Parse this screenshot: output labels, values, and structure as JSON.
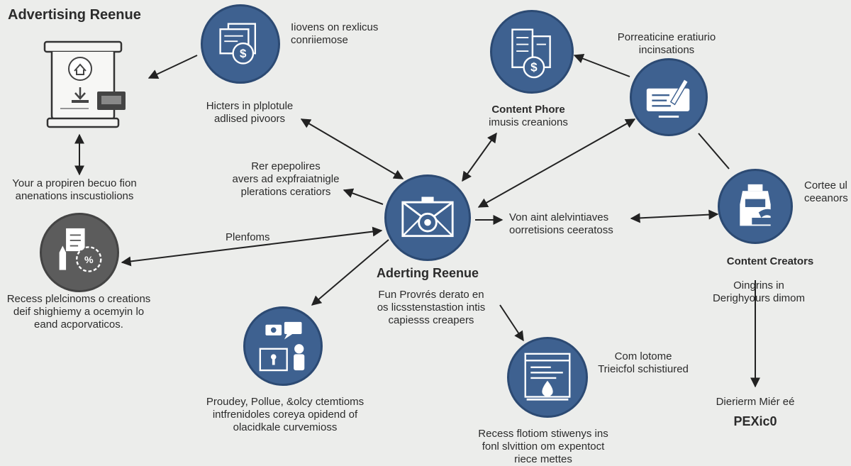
{
  "title": "Advertising Reenue",
  "center_title": "Aderting Reenue",
  "labels": {
    "top_center": [
      "Iiovens on rexlicus",
      "conriiemose"
    ],
    "hicters": [
      "Hicters in plplotule",
      "adlised pivoors"
    ],
    "rer": [
      "Rer epepolires",
      "avers ad expfraiatnigle",
      "plerations ceratiors"
    ],
    "your": [
      "Your a propiren becuo fion",
      "anenations inscustiolions"
    ],
    "plenfoms": "Plenfoms",
    "recess_left": [
      "Recess plelcinoms o creations",
      "deif shighiemy a ocemyin lo",
      "eand acporvaticos."
    ],
    "content_phore_title": "Content Phore",
    "content_phore_sub": "imusis creanions",
    "porre": [
      "Porreaticine eratiurio",
      "incinsations"
    ],
    "cortee": [
      "Cortee ul",
      "ceeanors"
    ],
    "von": [
      "Von aint alelvintiaves",
      "oorretisions ceeratoss"
    ],
    "content_creators": "Content Creators",
    "oingrins": [
      "Oingrins in",
      "Derighyours dimom"
    ],
    "fun": [
      "Fun Provrés derato en",
      "os licsstenstastion intis",
      "capiesss creapers"
    ],
    "com": [
      "Com lotome",
      "Trieicfol schistiured"
    ],
    "proudey": [
      "Proudey, Pollue, &olcy ctemtioms",
      "intfrenidoles coreya opidend of",
      "olacidkale curvemioss"
    ],
    "recess_bottom": [
      "Recess flotiom stiwenys ins",
      "fonl slvittion om expentoct",
      "riece mettes"
    ],
    "dierierr": "Dierierm Miér eé",
    "pexico": "PEXic0"
  },
  "icons": [
    "document-dollar-icon",
    "building-dollar-icon",
    "pen-screen-icon",
    "envelope-icon",
    "machine-icon",
    "percent-document-icon",
    "person-chat-icon",
    "browser-drop-icon",
    "kiosk-device-icon"
  ],
  "colors": {
    "node_blue": "#3e6190",
    "node_gray": "#5c5c5c",
    "arrow": "#222222",
    "background": "#ecedeb"
  }
}
